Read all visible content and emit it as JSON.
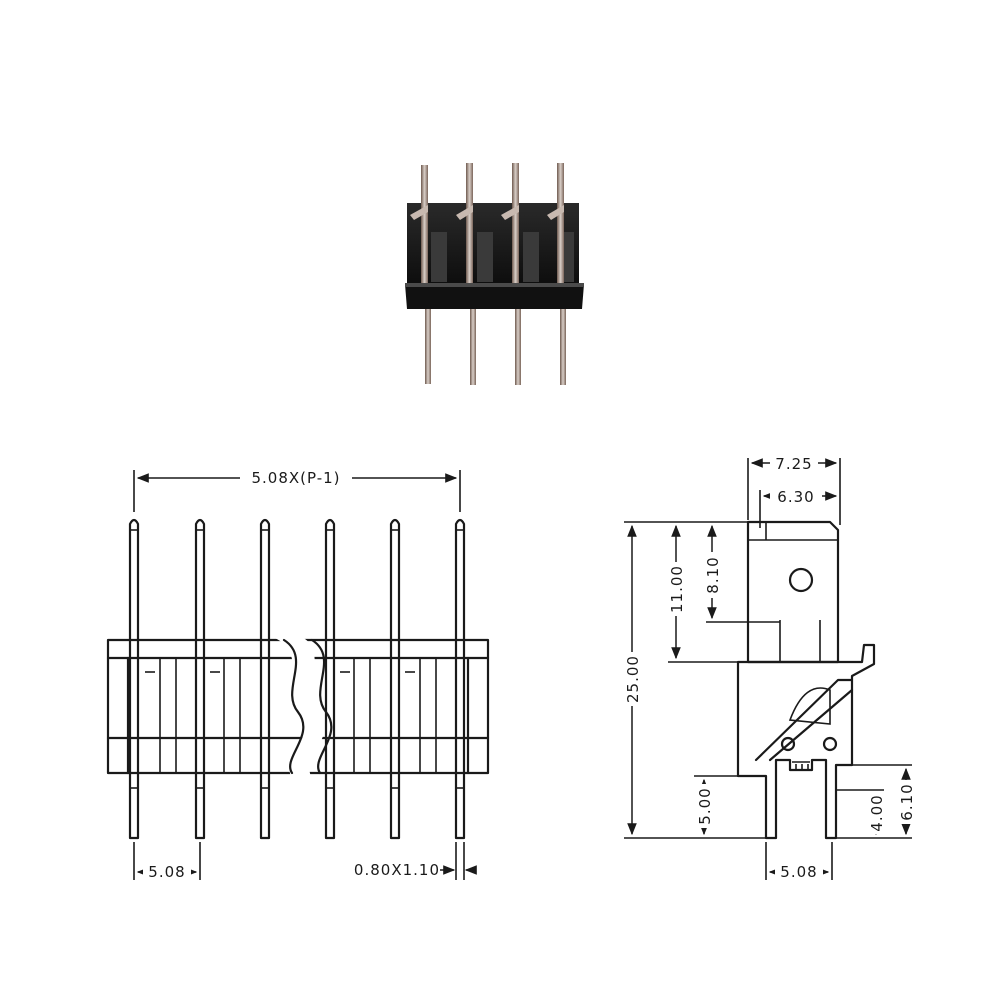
{
  "front_view": {
    "pitch_span_label": "5.08X(P-1)",
    "pitch_label": "5.08",
    "pin_size_label": "0.80X1.10"
  },
  "side_view": {
    "top_width_label": "7.25",
    "tab_width_label": "6.30",
    "total_height_label": "25.00",
    "tab_height_label": "11.00",
    "tab_blade_label": "8.10",
    "pcb_pin_length_label": "5.00",
    "foot_height_label": "4.00",
    "foot_total_label": "6.10",
    "pin_spacing_label": "5.08"
  }
}
